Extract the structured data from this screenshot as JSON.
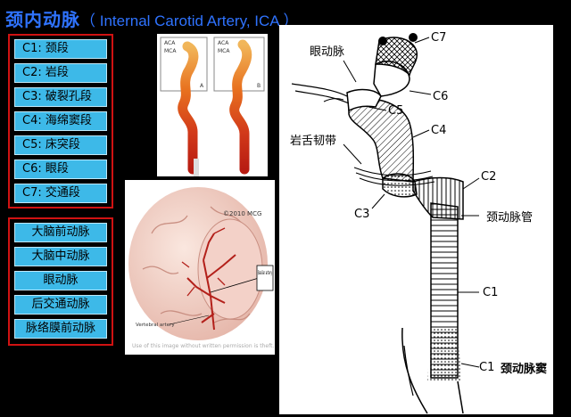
{
  "title": {
    "chinese": "颈内动脉",
    "english": "（ Internal Carotid Artery, ICA ）"
  },
  "segments": [
    {
      "code": "C1",
      "name": "颈段"
    },
    {
      "code": "C2",
      "name": "岩段"
    },
    {
      "code": "C3",
      "name": "破裂孔段"
    },
    {
      "code": "C4",
      "name": "海绵窦段"
    },
    {
      "code": "C5",
      "name": "床突段"
    },
    {
      "code": "C6",
      "name": "眼段"
    },
    {
      "code": "C7",
      "name": "交通段"
    }
  ],
  "branches": [
    "大脑前动脉",
    "大脑中动脉",
    "眼动脉",
    "后交通动脉",
    "脉络膜前动脉"
  ],
  "angiogram": {
    "labels": [
      "ACA",
      "MCA",
      "ACA",
      "MCA",
      "A",
      "B"
    ]
  },
  "brain_image": {
    "copyright": "©2010 MCG",
    "basilar_label": "Basilar artery",
    "vertebral_label": "Vertebral artery",
    "watermark": "Use of this image without written permission is theft."
  },
  "schematic": {
    "labels": {
      "c7": "C7",
      "ophthalmic": "眼动脉",
      "c6": "C6",
      "c5": "C5",
      "c4": "C4",
      "petrolingual": "岩舌韧带",
      "c2": "C2",
      "c3": "C3",
      "carotid_canal": "颈动脉管",
      "c1_upper": "C1",
      "c1_lower": "C1",
      "carotid_sinus": "颈动脉窦"
    }
  },
  "colors": {
    "title": "#2f73ff",
    "item_fill": "#3db9e8",
    "box_border": "#d01212"
  }
}
